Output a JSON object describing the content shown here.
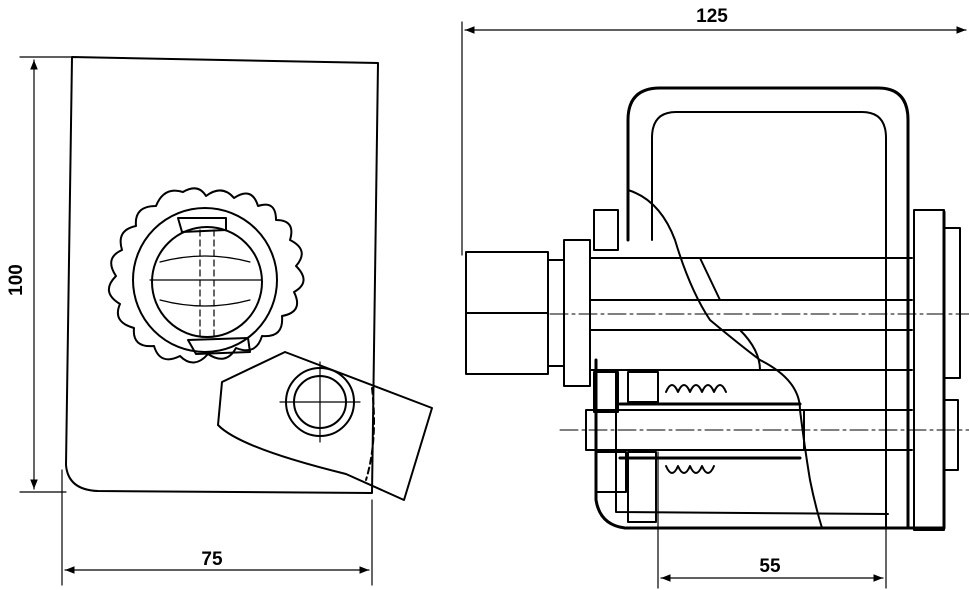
{
  "dimensions": {
    "left_height": "100",
    "left_width": "75",
    "right_width": "125",
    "right_inner": "55"
  },
  "colors": {
    "ink": "#000000",
    "paper": "#ffffff"
  }
}
